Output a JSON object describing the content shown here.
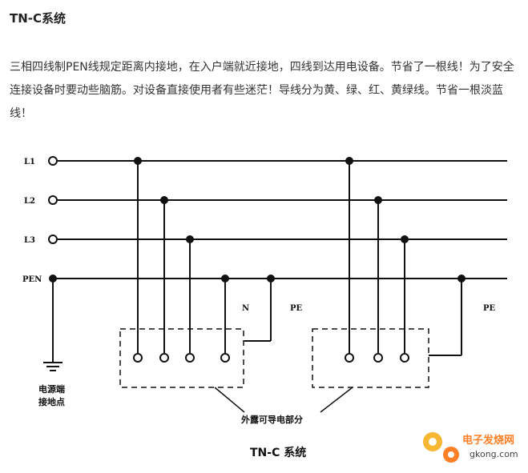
{
  "article": {
    "title": "TN-C系统",
    "paragraph": "三相四线制PEN线规定距离内接地，在入户端就近接地，四线到达用电设备。节省了一根线！为了安全连接设备时要动些脑筋。对设备直接使用者有些迷茫！导线分为黄、绿、红、黄绿线。节省一根淡蓝线！"
  },
  "diagram": {
    "lines": [
      "L1",
      "L2",
      "L3",
      "PEN"
    ],
    "n_label": "N",
    "pe_label_1": "PE",
    "pe_label_2": "PE",
    "earth_label_1": "电源端",
    "earth_label_2": "接地点",
    "parts_label": "外露可导电部分",
    "caption": "TN-C 系统"
  },
  "watermark": {
    "text": "电子发烧网",
    "url": "gkong.com",
    "color": "#ff7f27"
  }
}
